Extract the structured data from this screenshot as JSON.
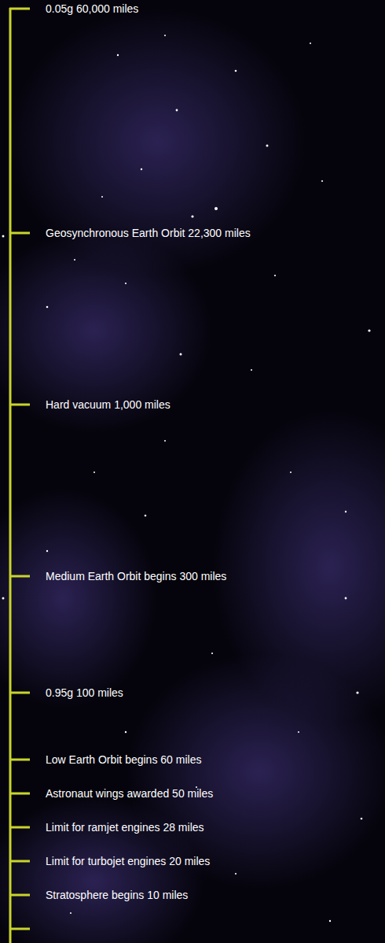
{
  "diagram": {
    "labels": [
      "0.05g 60,000 miles",
      "Geosynchronous Earth Orbit 22,300 miles",
      "Hard vacuum 1,000 miles",
      "Medium Earth Orbit begins 300 miles",
      "0.95g 100 miles",
      "Low Earth Orbit begins 60 miles",
      "Astronaut wings awarded 50 miles",
      "Limit for ramjet engines 28 miles",
      "Limit for turbojet engines 20 miles",
      "Stratosphere begins 10 miles"
    ]
  }
}
